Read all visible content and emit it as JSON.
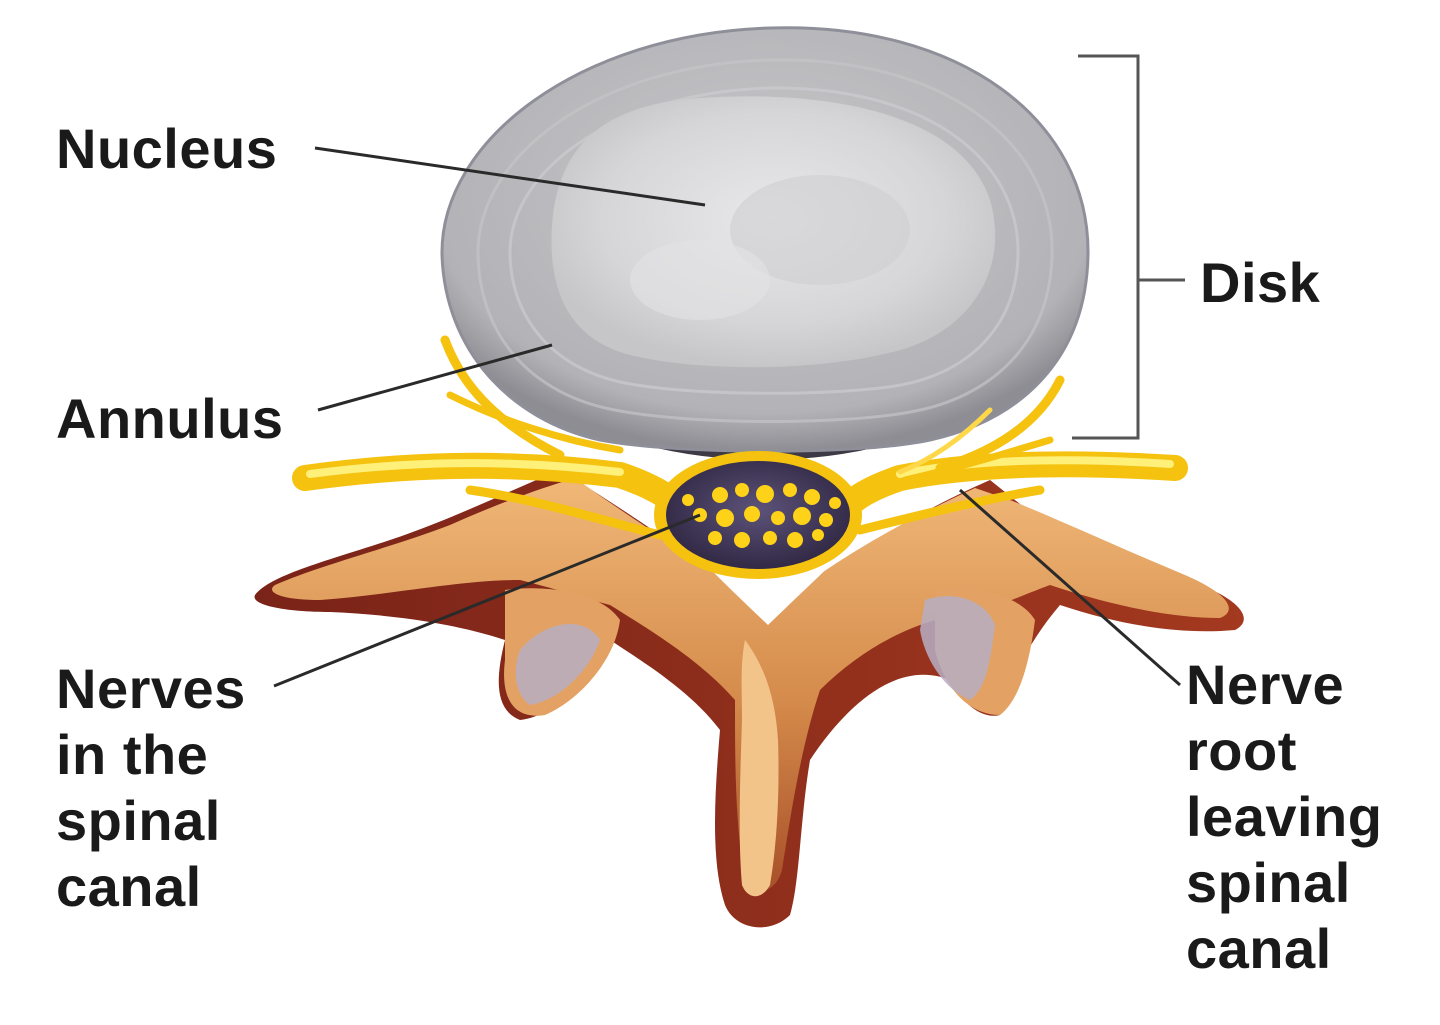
{
  "labels": {
    "nucleus": "Nucleus",
    "annulus": "Annulus",
    "disk": "Disk",
    "nerves_in_canal": [
      "Nerves",
      "in the",
      "spinal",
      "canal"
    ],
    "nerve_root": [
      "Nerve",
      "root",
      "leaving",
      "spinal",
      "canal"
    ]
  },
  "colors": {
    "annulus": "#b9b9bd",
    "nucleus": "#dcdcde",
    "nerve": "#ffd21a",
    "bone_light": "#e9ab6a",
    "bone_dark": "#8a2a1a",
    "canal": "#4a3f63",
    "leader_line": "#2a2a2a"
  }
}
